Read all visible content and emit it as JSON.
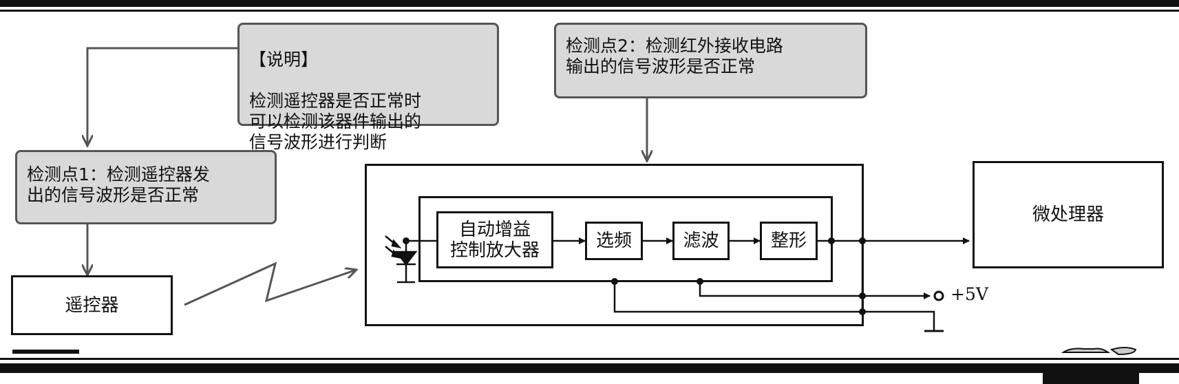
{
  "notes": {
    "explain": {
      "title": "【说明】",
      "body": "检测遥控器是否正常时\n可以检测该器件输出的\n信号波形进行判断"
    },
    "point1": "检测点1：检测遥控器发\n出的信号波形是否正常",
    "point2": "检测点2：检测红外接收电路\n输出的信号波形是否正常"
  },
  "blocks": {
    "remote": "遥控器",
    "agc": "自动增益\n控制放大器",
    "select": "选频",
    "filter": "滤波",
    "shape": "整形",
    "mcu": "微处理器"
  },
  "supply_label": "+5V"
}
